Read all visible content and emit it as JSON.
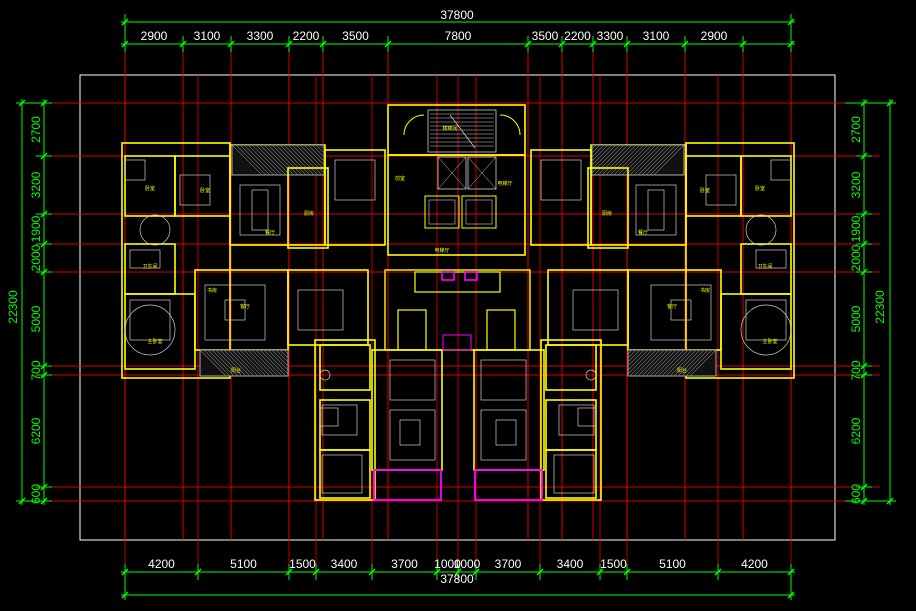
{
  "colors": {
    "background": "#000000",
    "dimension": "#00ff00",
    "dimension_text": "#ffffff",
    "axis": "#ff0000",
    "wall": "#ffff00",
    "frame": "#ffffff",
    "furniture": "#cfcfcf",
    "balcony": "#ff00ff",
    "label": "#ffff00"
  },
  "dimensions": {
    "top_total": "37800",
    "top_segments": [
      "2900",
      "3100",
      "3300",
      "2200",
      "3500",
      "7800",
      "3500",
      "2200",
      "3300",
      "3100",
      "2900"
    ],
    "bottom_segments": [
      "4200",
      "5100",
      "1500",
      "3400",
      "3700",
      "1000",
      "1000",
      "3700",
      "3400",
      "1500",
      "5100",
      "4200"
    ],
    "bottom_total": "37800",
    "left_total": "22300",
    "left_segments": [
      "2700",
      "3200",
      "1900",
      "2000",
      "5000",
      "700",
      "6200",
      "600"
    ],
    "right_total": "22300",
    "right_segments": [
      "2700",
      "3200",
      "1900",
      "2000",
      "5000",
      "700",
      "6200",
      "600"
    ]
  },
  "room_labels": [
    "卧室",
    "卧室",
    "餐厅",
    "客厅",
    "主卧室",
    "书房",
    "卫生间",
    "厨房",
    "阳台",
    "电梯厅",
    "楼梯间",
    "前室",
    "卧室",
    "卧室",
    "餐厅",
    "客厅",
    "主卧室",
    "书房",
    "卫生间",
    "厨房",
    "阳台",
    "电梯厅"
  ]
}
